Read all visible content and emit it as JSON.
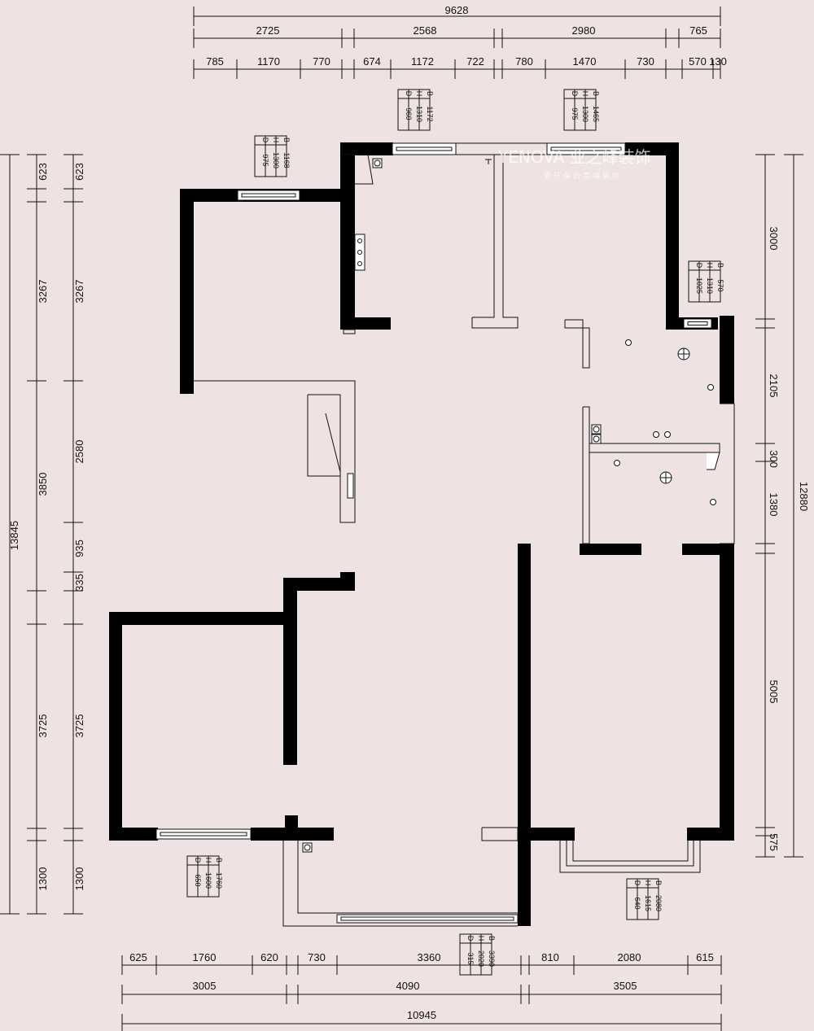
{
  "watermark": {
    "brand": "YENOVA 业之峰装饰",
    "slogan": "更环保的高端装饰"
  },
  "dimensions": {
    "top_total": "9628",
    "top_row1": [
      "2725",
      "2568",
      "2980",
      "765"
    ],
    "top_row2": [
      "785",
      "1170",
      "770",
      "674",
      "1172",
      "722",
      "780",
      "1470",
      "730",
      "570",
      "130"
    ],
    "bottom_total": "10945",
    "bottom_row1": [
      "3005",
      "4090",
      "3505"
    ],
    "bottom_row2": [
      "625",
      "1760",
      "620",
      "730",
      "3360",
      "810",
      "2080",
      "615"
    ],
    "left_total": "13845",
    "left_outer": [
      "623",
      "3267",
      "3850",
      "3725",
      "1300"
    ],
    "left_inner": [
      "623",
      "3267",
      "2580",
      "935",
      "335",
      "3725",
      "1300"
    ],
    "right_total": "12880",
    "right_segments": [
      "3000",
      "2105",
      "300",
      "1380",
      "5005",
      "575"
    ]
  },
  "window_tables": [
    {
      "B": "1172",
      "H": "1310",
      "D": "960"
    },
    {
      "B": "1465",
      "H": "1300",
      "D": "975"
    },
    {
      "B": "1168",
      "H": "1300",
      "D": "975"
    },
    {
      "B": "570",
      "H": "1310",
      "D": "1025"
    },
    {
      "B": "1760",
      "H": "1600",
      "D": "650"
    },
    {
      "B": "3390",
      "H": "2020",
      "D": "315"
    },
    {
      "B": "2080",
      "H": "1615",
      "D": "640"
    }
  ],
  "table_keys": [
    "B",
    "H",
    "D"
  ]
}
